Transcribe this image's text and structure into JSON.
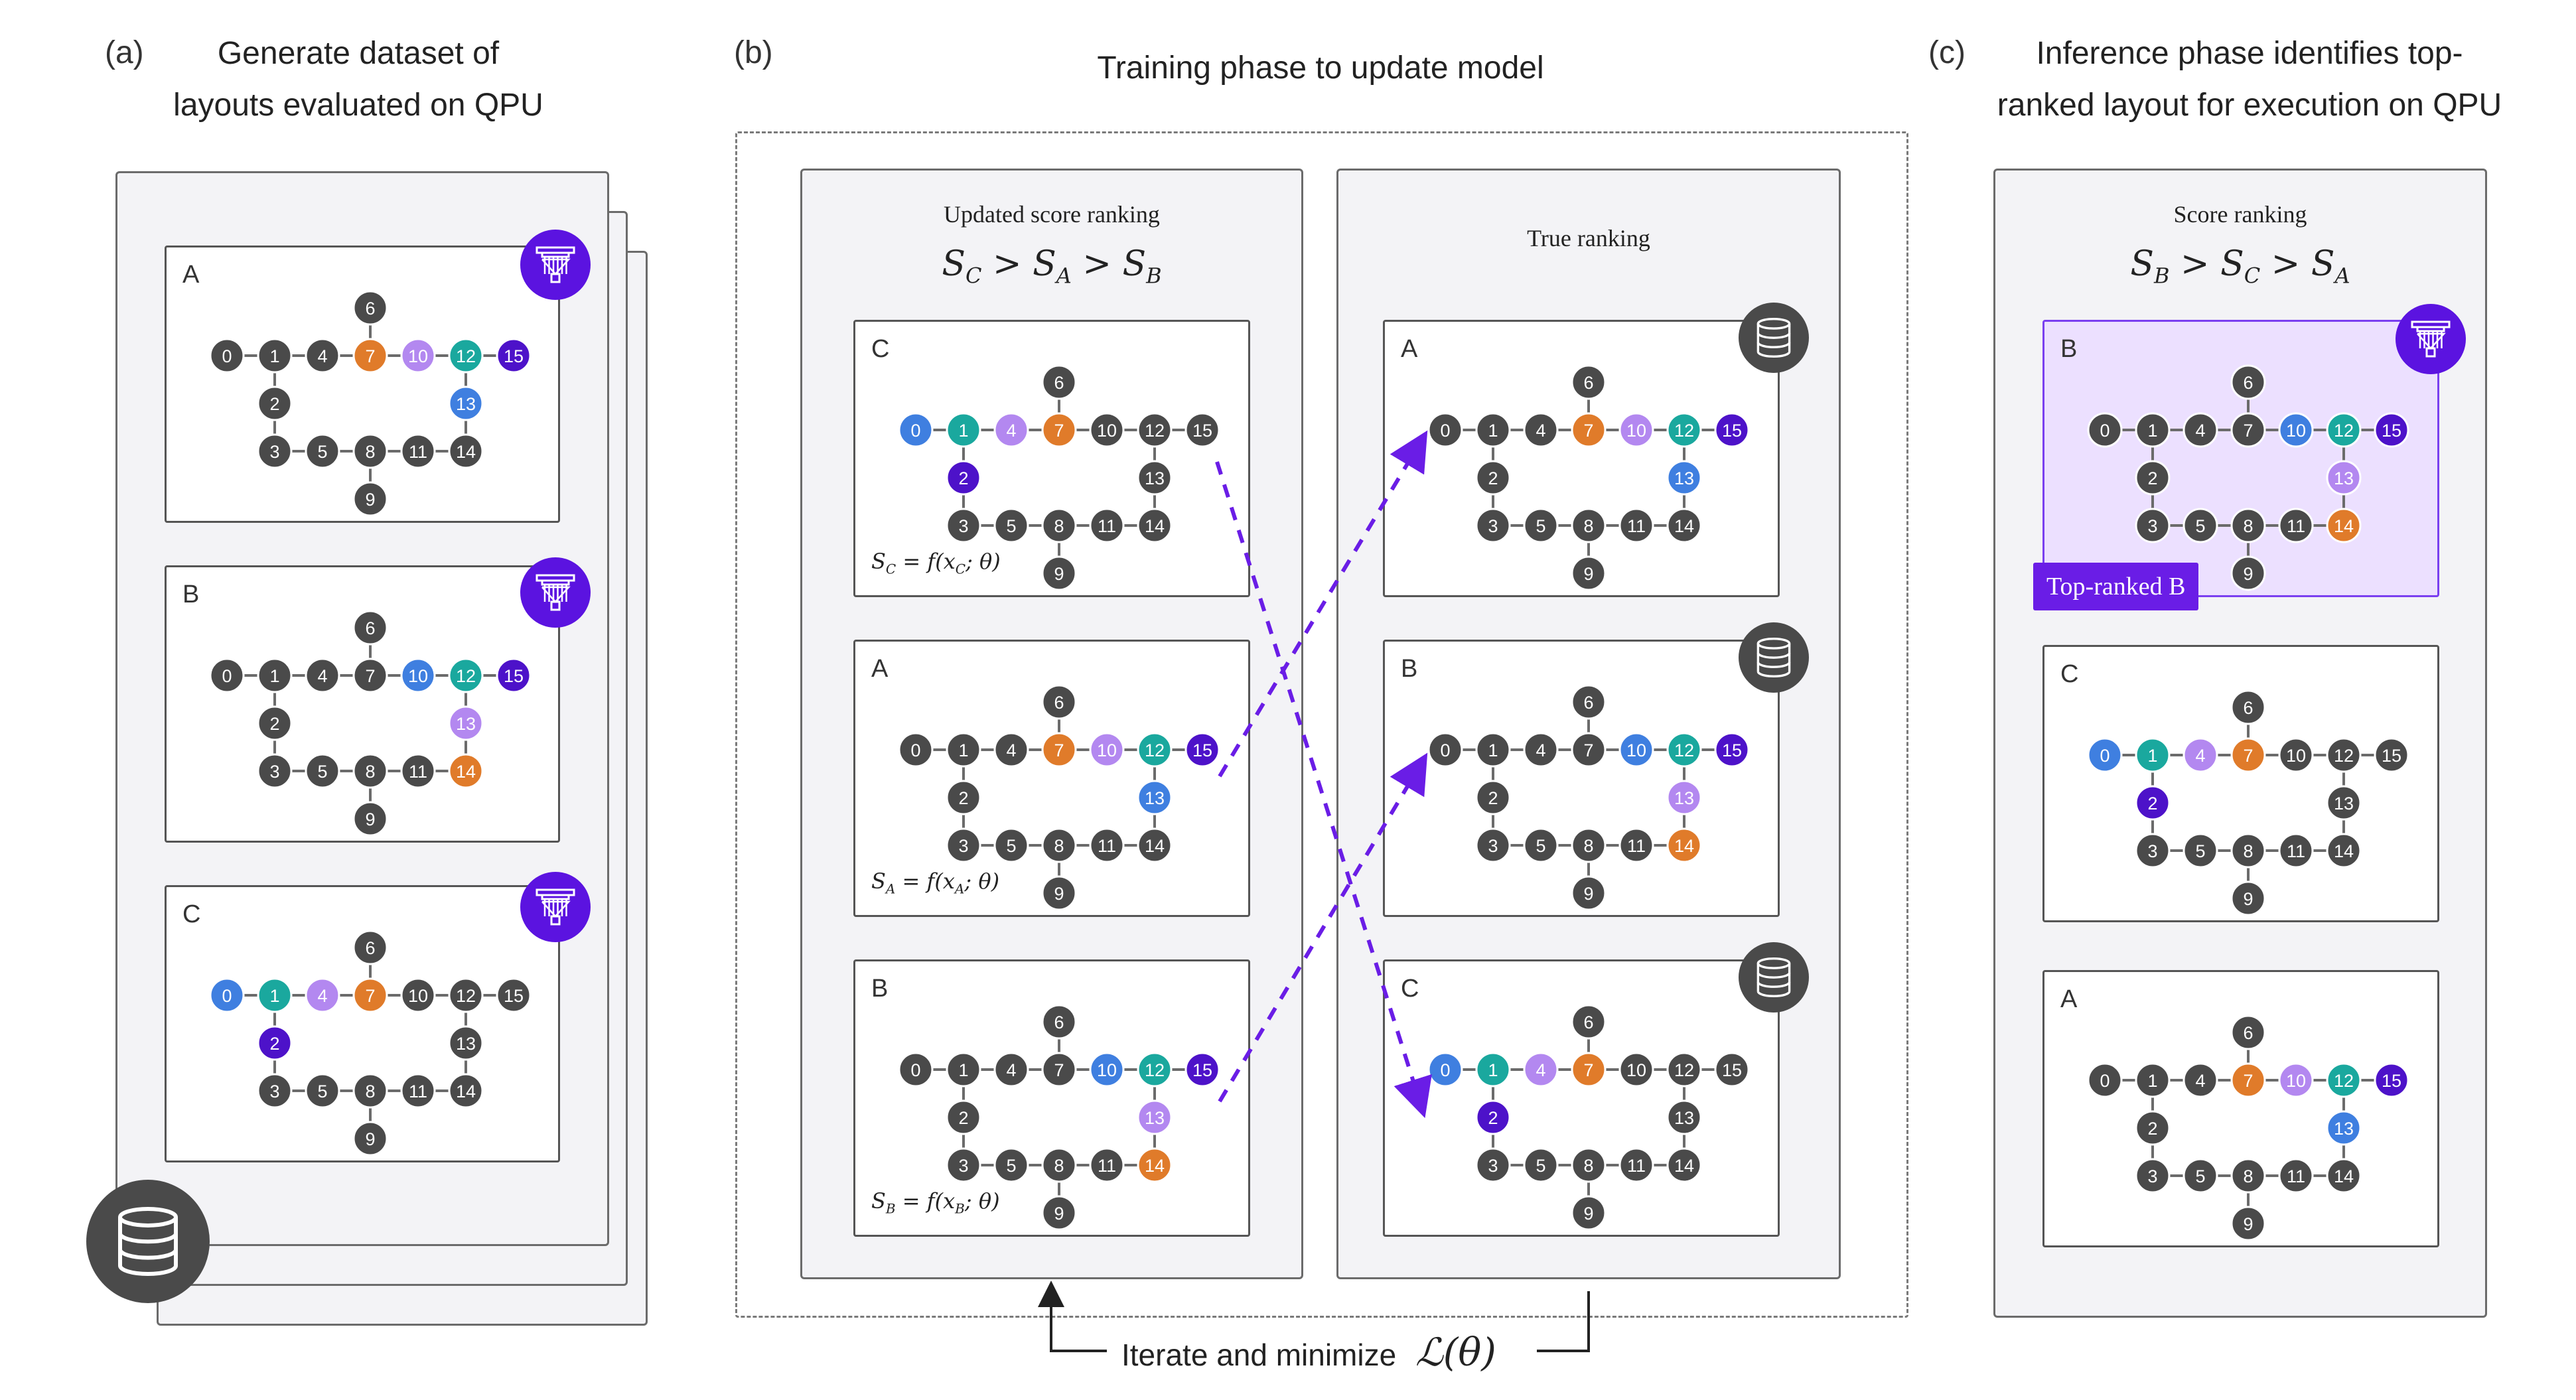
{
  "panels": {
    "a": {
      "letter": "(a)",
      "title_lines": [
        "Generate dataset of",
        "layouts evaluated on QPU"
      ]
    },
    "b": {
      "letter": "(b)",
      "title": "Training phase to update model",
      "left_heading": "Updated score ranking",
      "left_formula": "S_C > S_A > S_B",
      "right_heading": "True ranking",
      "loop_text": "Iterate and minimize",
      "loop_formula": "ℒ(θ)"
    },
    "c": {
      "letter": "(c)",
      "title_lines": [
        "Inference phase identifies top-",
        "ranked layout for execution on QPU"
      ],
      "heading": "Score ranking",
      "formula": "S_B > S_C > S_A",
      "tag": "Top-ranked B"
    }
  },
  "score_formulas": {
    "C": "S_C = f(x_C; θ)",
    "A": "S_A = f(x_A; θ)",
    "B": "S_B = f(x_B; θ)"
  },
  "node_labels": [
    "0",
    "1",
    "2",
    "3",
    "4",
    "5",
    "6",
    "7",
    "8",
    "9",
    "10",
    "11",
    "12",
    "13",
    "14",
    "15"
  ],
  "colors": {
    "gray": "#4a4a4a",
    "orange": "#e07b2a",
    "lavender": "#b388f0",
    "teal": "#1aa89e",
    "blue": "#3f7fe0",
    "deep_purple": "#4d12c9",
    "accent": "#5b13e0",
    "highlight_bg": "#ece0ff"
  },
  "layouts": {
    "A": {
      "label": "A",
      "colored": {
        "7": "orange",
        "10": "lavender",
        "12": "teal",
        "15": "deep_purple",
        "13": "blue"
      }
    },
    "B": {
      "label": "B",
      "colored": {
        "10": "blue",
        "12": "teal",
        "15": "deep_purple",
        "13": "lavender",
        "14": "orange"
      }
    },
    "C": {
      "label": "C",
      "colored": {
        "0": "blue",
        "1": "teal",
        "4": "lavender",
        "7": "orange",
        "2": "deep_purple"
      }
    }
  },
  "icons": {
    "qpu": "qpu-chip-icon",
    "database": "database-icon"
  }
}
